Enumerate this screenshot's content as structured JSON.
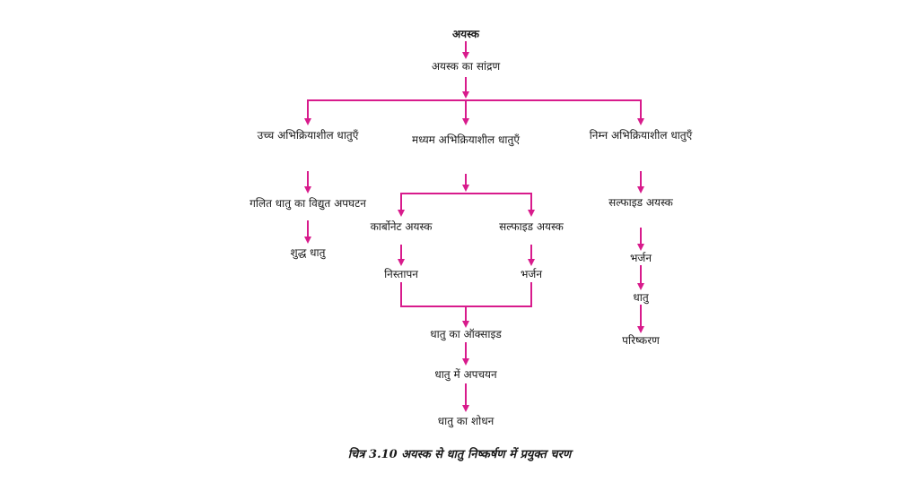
{
  "flowchart": {
    "root": "अयस्क",
    "concentration": "अयस्क का सांद्रण",
    "high": {
      "category": "उच्च अभिक्रियाशील धातुएँ",
      "step1": "गलित धातु का विद्युत अपघटन",
      "step2": "शुद्ध धातु"
    },
    "medium": {
      "category": "मध्यम अभिक्रियाशील धातुएँ",
      "carbonate_ore": "कार्बोनेट अयस्क",
      "sulphide_ore": "सल्फाइड अयस्क",
      "calcination": "निस्तापन",
      "roasting": "भर्जन",
      "metal_oxide": "धातु का ऑक्साइड",
      "reduction": "धातु में अपचयन",
      "refining": "धातु का शोधन"
    },
    "low": {
      "category": "निम्न अभिक्रियाशील धातुएँ",
      "sulphide_ore": "सल्फाइड अयस्क",
      "roasting": "भर्जन",
      "metal": "धातु",
      "refining": "परिष्करण"
    }
  },
  "caption": "चित्र 3.10 अयस्क से धातु निष्कर्षण में प्रयुक्त चरण",
  "colors": {
    "connector": "#d81b8c",
    "text": "#1a1a1a"
  }
}
